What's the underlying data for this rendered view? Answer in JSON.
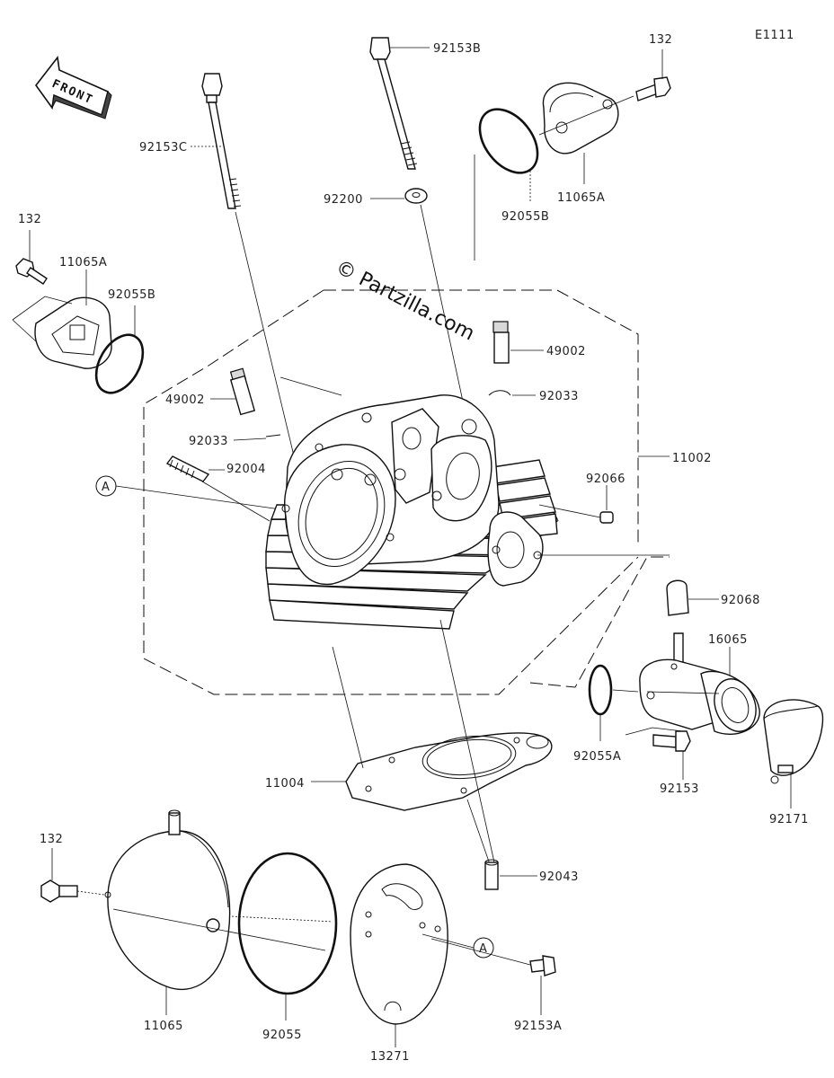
{
  "diagram": {
    "code": "E1111",
    "watermark": "© Partzilla.com",
    "front_arrow_text": "FRONT",
    "circle_marker": "A",
    "labels": {
      "p92153B": "92153B",
      "p132_top": "132",
      "p92153C": "92153C",
      "p11065A_top": "11065A",
      "p92200": "92200",
      "p92055B_top": "92055B",
      "p132_left": "132",
      "p11065A_left": "11065A",
      "p92055B_left": "92055B",
      "p49002_right": "49002",
      "p92033_right": "92033",
      "p49002_left": "49002",
      "p92033_left": "92033",
      "p11002": "11002",
      "p92004": "92004",
      "p92066": "92066",
      "p92068": "92068",
      "p16065": "16065",
      "p92055A": "92055A",
      "p92153": "92153",
      "p92171": "92171",
      "p11004": "11004",
      "p132_bottom": "132",
      "p92043": "92043",
      "p92153A": "92153A",
      "p11065": "11065",
      "p92055": "92055",
      "p13271": "13271"
    },
    "colors": {
      "ink": "#111111",
      "background": "#ffffff"
    }
  }
}
